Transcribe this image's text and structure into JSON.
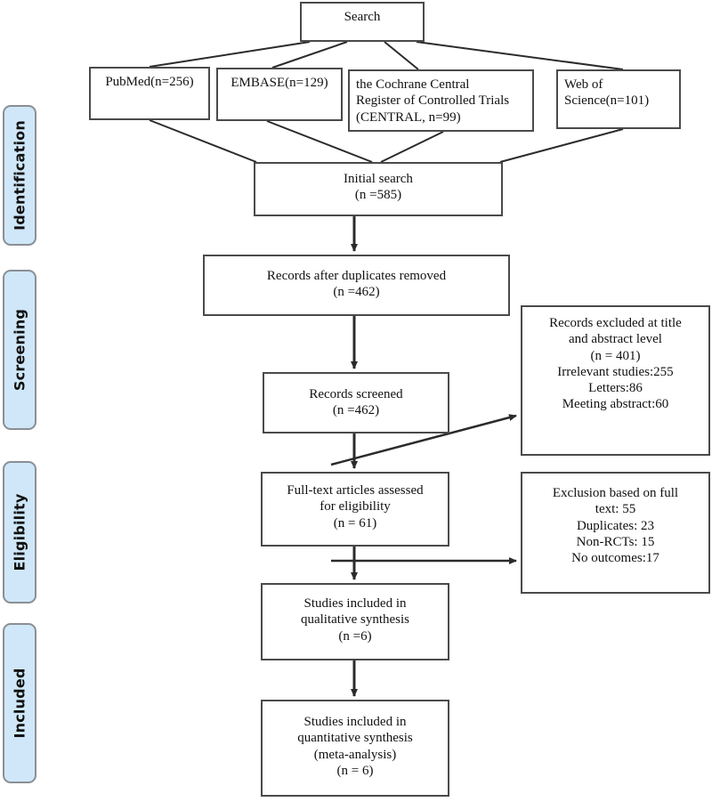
{
  "diagram": {
    "title": "PRISMA study selection flow diagram",
    "line_color": "#2b2b2b",
    "box_border_color": "#4a4a4a",
    "stage_fill_color": "#cfe7f8",
    "stage_border_color": "#8a8f95"
  },
  "stages": [
    {
      "label": "Identification"
    },
    {
      "label": "Screening"
    },
    {
      "label": "Eligibility"
    },
    {
      "label": "Included"
    }
  ],
  "boxes": {
    "search": {
      "lines": [
        "Search"
      ]
    },
    "pubmed": {
      "lines": [
        "PubMed(n=256)"
      ]
    },
    "embase": {
      "lines": [
        "EMBASE(n=129)"
      ]
    },
    "cochrane": {
      "lines": [
        "the Cochrane Central",
        "Register of Controlled Trials",
        "(CENTRAL, n=99)"
      ]
    },
    "web_of_science": {
      "lines": [
        "Web of",
        "Science(n=101)"
      ]
    },
    "initial_search": {
      "lines": [
        "Initial search",
        "(n =585)"
      ]
    },
    "duplicates_removed": {
      "lines": [
        "Records after duplicates removed",
        "(n =462)"
      ]
    },
    "records_screened": {
      "lines": [
        "Records screened",
        "(n =462)"
      ]
    },
    "records_excluded": {
      "lines": [
        "Records excluded at title",
        "and abstract level",
        "(n = 401)",
        "Irrelevant studies:255",
        "Letters:86",
        "Meeting abstract:60"
      ]
    },
    "full_text_assessed": {
      "lines": [
        "Full-text articles assessed",
        "for eligibility",
        "(n = 61)"
      ]
    },
    "full_text_excluded": {
      "lines": [
        "Exclusion based on full",
        "text: 55",
        "Duplicates: 23",
        "Non-RCTs: 15",
        "No outcomes:17"
      ]
    },
    "qualitative_synthesis": {
      "lines": [
        "Studies included in",
        "qualitative synthesis",
        "(n =6)"
      ]
    },
    "quantitative_synthesis": {
      "lines": [
        "Studies included in",
        "quantitative synthesis",
        "(meta-analysis)",
        "(n = 6)"
      ]
    }
  },
  "chart_data": {
    "type": "diagram",
    "title": "PRISMA flow diagram",
    "nodes": [
      {
        "id": "search",
        "label": "Search",
        "n": null
      },
      {
        "id": "pubmed",
        "label": "PubMed",
        "n": 256
      },
      {
        "id": "embase",
        "label": "EMBASE",
        "n": 129
      },
      {
        "id": "cochrane",
        "label": "the Cochrane Central Register of Controlled Trials (CENTRAL)",
        "n": 99
      },
      {
        "id": "web_of_science",
        "label": "Web of Science",
        "n": 101
      },
      {
        "id": "initial_search",
        "label": "Initial search",
        "n": 585
      },
      {
        "id": "duplicates_removed",
        "label": "Records after duplicates removed",
        "n": 462
      },
      {
        "id": "records_screened",
        "label": "Records screened",
        "n": 462
      },
      {
        "id": "records_excluded",
        "label": "Records excluded at title and abstract level",
        "n": 401,
        "breakdown": {
          "Irrelevant studies": 255,
          "Letters": 86,
          "Meeting abstract": 60
        }
      },
      {
        "id": "full_text_assessed",
        "label": "Full-text articles assessed for eligibility",
        "n": 61
      },
      {
        "id": "full_text_excluded",
        "label": "Exclusion based on full text",
        "n": 55,
        "breakdown": {
          "Duplicates": 23,
          "Non-RCTs": 15,
          "No outcomes": 17
        }
      },
      {
        "id": "qualitative_synthesis",
        "label": "Studies included in qualitative synthesis",
        "n": 6
      },
      {
        "id": "quantitative_synthesis",
        "label": "Studies included in quantitative synthesis (meta-analysis)",
        "n": 6
      }
    ],
    "edges": [
      {
        "from": "search",
        "to": "pubmed"
      },
      {
        "from": "search",
        "to": "embase"
      },
      {
        "from": "search",
        "to": "cochrane"
      },
      {
        "from": "search",
        "to": "web_of_science"
      },
      {
        "from": "pubmed",
        "to": "initial_search"
      },
      {
        "from": "embase",
        "to": "initial_search"
      },
      {
        "from": "cochrane",
        "to": "initial_search"
      },
      {
        "from": "web_of_science",
        "to": "initial_search"
      },
      {
        "from": "initial_search",
        "to": "duplicates_removed"
      },
      {
        "from": "duplicates_removed",
        "to": "records_screened"
      },
      {
        "from": "records_screened",
        "to": "records_excluded"
      },
      {
        "from": "records_screened",
        "to": "full_text_assessed"
      },
      {
        "from": "full_text_assessed",
        "to": "full_text_excluded"
      },
      {
        "from": "full_text_assessed",
        "to": "qualitative_synthesis"
      },
      {
        "from": "qualitative_synthesis",
        "to": "quantitative_synthesis"
      }
    ],
    "stages": [
      "Identification",
      "Screening",
      "Eligibility",
      "Included"
    ]
  }
}
